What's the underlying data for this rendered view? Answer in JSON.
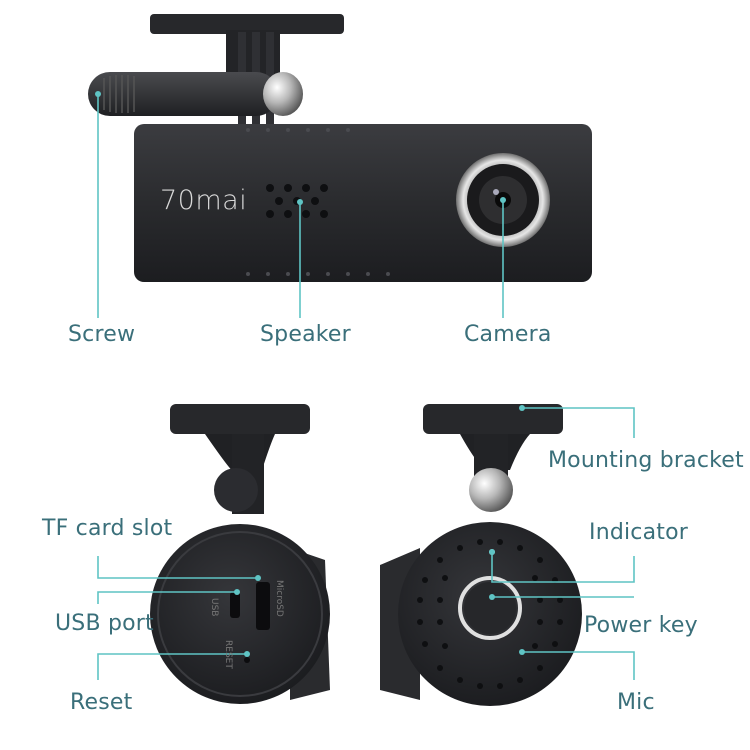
{
  "brand": "70mai",
  "labels": {
    "screw": "Screw",
    "speaker": "Speaker",
    "camera": "Camera",
    "mounting_bracket": "Mounting bracket",
    "tf_card_slot": "TF card slot",
    "indicator": "Indicator",
    "usb_port": "USB port",
    "power_key": "Power key",
    "reset": "Reset",
    "mic": "Mic"
  },
  "port_markings": {
    "usb": "USB",
    "microsd": "MicroSD",
    "reset": "RESET"
  },
  "colors": {
    "callout_line": "#5fc4c4",
    "label_text": "#3a6f7a",
    "device_body": "#2c2d30"
  }
}
